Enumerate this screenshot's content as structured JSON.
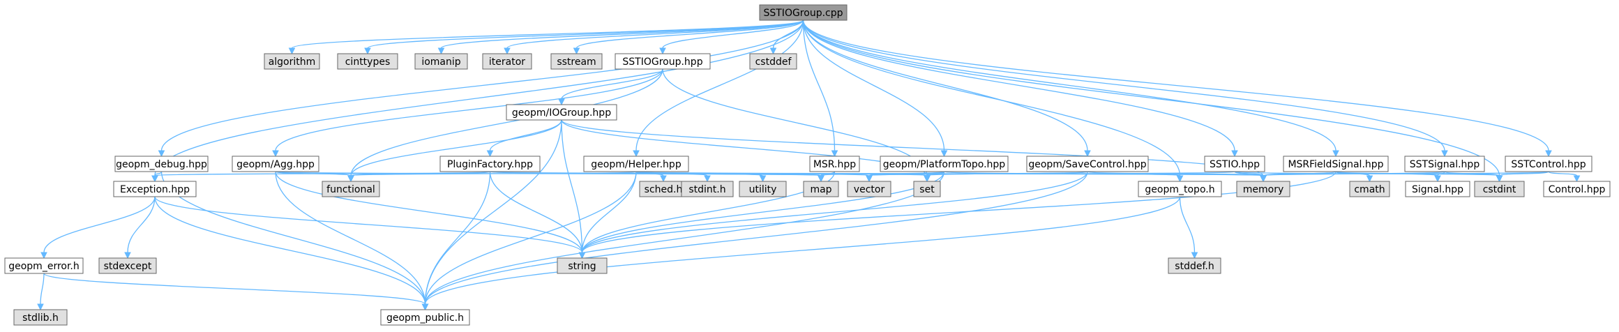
{
  "graph": {
    "root": "SSTIOGroup.cpp",
    "colors": {
      "root_fill": "#999999",
      "local_fill": "#ffffff",
      "system_fill": "#e0e0e0",
      "border": "#666666",
      "edge": "#63b8ff"
    },
    "nodes": [
      {
        "id": "root",
        "label": "SSTIOGroup.cpp",
        "kind": "root"
      },
      {
        "id": "algorithm",
        "label": "algorithm",
        "kind": "system"
      },
      {
        "id": "cinttypes",
        "label": "cinttypes",
        "kind": "system"
      },
      {
        "id": "iomanip",
        "label": "iomanip",
        "kind": "system"
      },
      {
        "id": "iterator",
        "label": "iterator",
        "kind": "system"
      },
      {
        "id": "sstream",
        "label": "sstream",
        "kind": "system"
      },
      {
        "id": "sstiogroup_hpp",
        "label": "SSTIOGroup.hpp",
        "kind": "local"
      },
      {
        "id": "cstddef",
        "label": "cstddef",
        "kind": "system"
      },
      {
        "id": "iogroup",
        "label": "geopm/IOGroup.hpp",
        "kind": "local"
      },
      {
        "id": "geopm_debug",
        "label": "geopm_debug.hpp",
        "kind": "local"
      },
      {
        "id": "agg",
        "label": "geopm/Agg.hpp",
        "kind": "local"
      },
      {
        "id": "pluginfactory",
        "label": "PluginFactory.hpp",
        "kind": "local"
      },
      {
        "id": "helper",
        "label": "geopm/Helper.hpp",
        "kind": "local"
      },
      {
        "id": "msr",
        "label": "MSR.hpp",
        "kind": "local"
      },
      {
        "id": "platformtopo",
        "label": "geopm/PlatformTopo.hpp",
        "kind": "local"
      },
      {
        "id": "savecontrol",
        "label": "geopm/SaveControl.hpp",
        "kind": "local"
      },
      {
        "id": "sstio",
        "label": "SSTIO.hpp",
        "kind": "local"
      },
      {
        "id": "msrfieldsignal",
        "label": "MSRFieldSignal.hpp",
        "kind": "local"
      },
      {
        "id": "sstsignal",
        "label": "SSTSignal.hpp",
        "kind": "local"
      },
      {
        "id": "sstcontrol",
        "label": "SSTControl.hpp",
        "kind": "local"
      },
      {
        "id": "exception",
        "label": "Exception.hpp",
        "kind": "local"
      },
      {
        "id": "functional",
        "label": "functional",
        "kind": "system"
      },
      {
        "id": "sched",
        "label": "sched.h",
        "kind": "system"
      },
      {
        "id": "stdint",
        "label": "stdint.h",
        "kind": "system"
      },
      {
        "id": "utility",
        "label": "utility",
        "kind": "system"
      },
      {
        "id": "map",
        "label": "map",
        "kind": "system"
      },
      {
        "id": "vector",
        "label": "vector",
        "kind": "system"
      },
      {
        "id": "set",
        "label": "set",
        "kind": "system"
      },
      {
        "id": "memory",
        "label": "memory",
        "kind": "system"
      },
      {
        "id": "geopm_topo",
        "label": "geopm_topo.h",
        "kind": "local"
      },
      {
        "id": "cmath",
        "label": "cmath",
        "kind": "system"
      },
      {
        "id": "signal",
        "label": "Signal.hpp",
        "kind": "local"
      },
      {
        "id": "cstdint",
        "label": "cstdint",
        "kind": "system"
      },
      {
        "id": "control",
        "label": "Control.hpp",
        "kind": "local"
      },
      {
        "id": "geopm_error",
        "label": "geopm_error.h",
        "kind": "local"
      },
      {
        "id": "stdexcept",
        "label": "stdexcept",
        "kind": "system"
      },
      {
        "id": "string",
        "label": "string",
        "kind": "system"
      },
      {
        "id": "stddef",
        "label": "stddef.h",
        "kind": "system"
      },
      {
        "id": "stdlib",
        "label": "stdlib.h",
        "kind": "system"
      },
      {
        "id": "geopm_public",
        "label": "geopm_public.h",
        "kind": "local"
      }
    ],
    "edges": [
      [
        "root",
        "algorithm"
      ],
      [
        "root",
        "cinttypes"
      ],
      [
        "root",
        "iomanip"
      ],
      [
        "root",
        "iterator"
      ],
      [
        "root",
        "sstream"
      ],
      [
        "root",
        "sstiogroup_hpp"
      ],
      [
        "root",
        "cstddef"
      ],
      [
        "root",
        "geopm_debug"
      ],
      [
        "root",
        "exception"
      ],
      [
        "root",
        "helper"
      ],
      [
        "root",
        "msr"
      ],
      [
        "root",
        "platformtopo"
      ],
      [
        "root",
        "savecontrol"
      ],
      [
        "root",
        "geopm_topo"
      ],
      [
        "root",
        "sstio"
      ],
      [
        "root",
        "msrfieldsignal"
      ],
      [
        "root",
        "sstsignal"
      ],
      [
        "root",
        "sstcontrol"
      ],
      [
        "root",
        "cstdint"
      ],
      [
        "sstiogroup_hpp",
        "iogroup"
      ],
      [
        "sstiogroup_hpp",
        "agg"
      ],
      [
        "sstiogroup_hpp",
        "functional"
      ],
      [
        "sstiogroup_hpp",
        "set"
      ],
      [
        "iogroup",
        "pluginfactory"
      ],
      [
        "iogroup",
        "functional"
      ],
      [
        "iogroup",
        "string"
      ],
      [
        "iogroup",
        "set"
      ],
      [
        "iogroup",
        "memory"
      ],
      [
        "iogroup",
        "geopm_public"
      ],
      [
        "geopm_debug",
        "exception"
      ],
      [
        "geopm_debug",
        "geopm_public"
      ],
      [
        "agg",
        "functional"
      ],
      [
        "agg",
        "map"
      ],
      [
        "agg",
        "string"
      ],
      [
        "agg",
        "geopm_public"
      ],
      [
        "pluginfactory",
        "exception"
      ],
      [
        "pluginfactory",
        "functional"
      ],
      [
        "pluginfactory",
        "map"
      ],
      [
        "pluginfactory",
        "string"
      ],
      [
        "pluginfactory",
        "memory"
      ],
      [
        "pluginfactory",
        "geopm_public"
      ],
      [
        "helper",
        "functional"
      ],
      [
        "helper",
        "sched"
      ],
      [
        "helper",
        "stdint"
      ],
      [
        "helper",
        "utility"
      ],
      [
        "helper",
        "map"
      ],
      [
        "helper",
        "vector"
      ],
      [
        "helper",
        "set"
      ],
      [
        "helper",
        "memory"
      ],
      [
        "helper",
        "string"
      ],
      [
        "helper",
        "geopm_public"
      ],
      [
        "msr",
        "map"
      ],
      [
        "msr",
        "string"
      ],
      [
        "platformtopo",
        "set"
      ],
      [
        "platformtopo",
        "vector"
      ],
      [
        "platformtopo",
        "map"
      ],
      [
        "platformtopo",
        "string"
      ],
      [
        "platformtopo",
        "geopm_topo"
      ],
      [
        "platformtopo",
        "geopm_public"
      ],
      [
        "savecontrol",
        "vector"
      ],
      [
        "savecontrol",
        "set"
      ],
      [
        "savecontrol",
        "memory"
      ],
      [
        "savecontrol",
        "string"
      ],
      [
        "savecontrol",
        "geopm_public"
      ],
      [
        "sstio",
        "memory"
      ],
      [
        "sstio",
        "vector"
      ],
      [
        "sstio",
        "cstdint"
      ],
      [
        "msrfieldsignal",
        "memory"
      ],
      [
        "msrfieldsignal",
        "string"
      ],
      [
        "msrfieldsignal",
        "cmath"
      ],
      [
        "msrfieldsignal",
        "signal"
      ],
      [
        "msrfieldsignal",
        "cstdint"
      ],
      [
        "sstsignal",
        "memory"
      ],
      [
        "sstsignal",
        "signal"
      ],
      [
        "sstsignal",
        "cstdint"
      ],
      [
        "sstcontrol",
        "memory"
      ],
      [
        "sstcontrol",
        "cstdint"
      ],
      [
        "sstcontrol",
        "control"
      ],
      [
        "exception",
        "geopm_error"
      ],
      [
        "exception",
        "stdexcept"
      ],
      [
        "exception",
        "string"
      ],
      [
        "exception",
        "geopm_public"
      ],
      [
        "geopm_error",
        "stdlib"
      ],
      [
        "geopm_error",
        "geopm_public"
      ],
      [
        "geopm_topo",
        "stddef"
      ],
      [
        "geopm_topo",
        "geopm_public"
      ]
    ]
  }
}
